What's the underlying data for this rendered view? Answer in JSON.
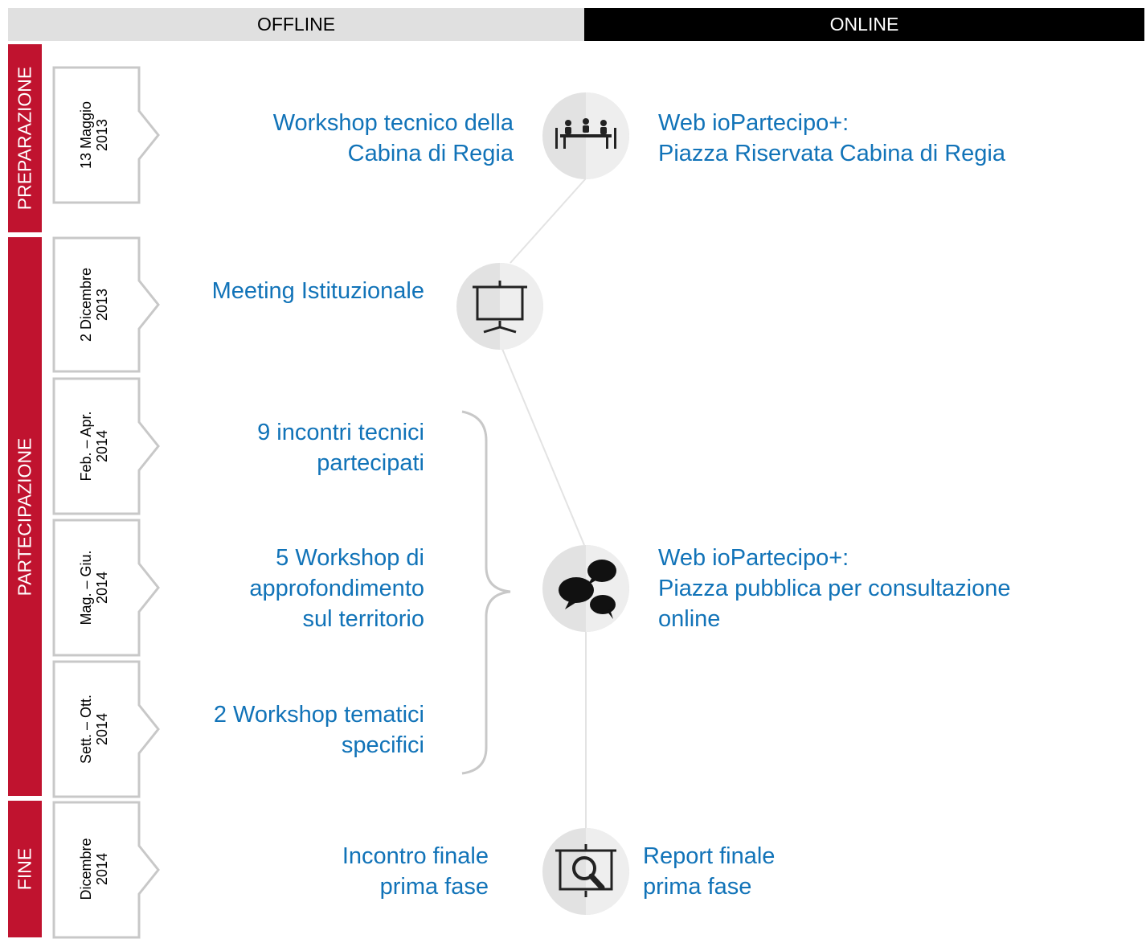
{
  "header": {
    "offline": "OFFLINE",
    "online": "ONLINE"
  },
  "phases": {
    "preparazione": "PREPARAZIONE",
    "partecipazione": "PARTECIPAZIONE",
    "fine": "FINE"
  },
  "dates": {
    "d1": {
      "line1": "13 Maggio",
      "line2": "2013"
    },
    "d2": {
      "line1": "2 Dicembre",
      "line2": "2013"
    },
    "d3": {
      "line1": "Feb. – Apr.",
      "line2": "2014"
    },
    "d4": {
      "line1": "Mag. – Giu.",
      "line2": "2014"
    },
    "d5": {
      "line1": "Sett. – Ott.",
      "line2": "2014"
    },
    "d6": {
      "line1": "Dicembre",
      "line2": "2014"
    }
  },
  "offline_events": {
    "e1": {
      "line1": "Workshop tecnico della",
      "line2": "Cabina di Regia"
    },
    "e2": {
      "line1": "Meeting Istituzionale"
    },
    "e3": {
      "line1": "9 incontri tecnici",
      "line2": "partecipati"
    },
    "e4": {
      "line1": "5 Workshop di",
      "line2": "approfondimento",
      "line3": "sul territorio"
    },
    "e5": {
      "line1": "2 Workshop tematici",
      "line2": "specifici"
    },
    "e6": {
      "line1": "Incontro finale",
      "line2": "prima fase"
    }
  },
  "online_events": {
    "o1": {
      "line1": "Web ioPartecipo+:",
      "line2": "Piazza Riservata Cabina di Regia"
    },
    "o2": {
      "line1": "Web ioPartecipo+:",
      "line2": "Piazza pubblica per consultazione",
      "line3": "online"
    },
    "o3": {
      "line1": "Report finale",
      "line2": "prima fase"
    }
  },
  "icons": [
    "meeting-table-icon",
    "presentation-screen-icon",
    "speech-bubbles-icon",
    "report-magnifier-icon"
  ],
  "colors": {
    "phase_red": "#c0132f",
    "text_blue": "#1173b8",
    "header_gray": "#e0e0e0",
    "header_black": "#000000"
  }
}
